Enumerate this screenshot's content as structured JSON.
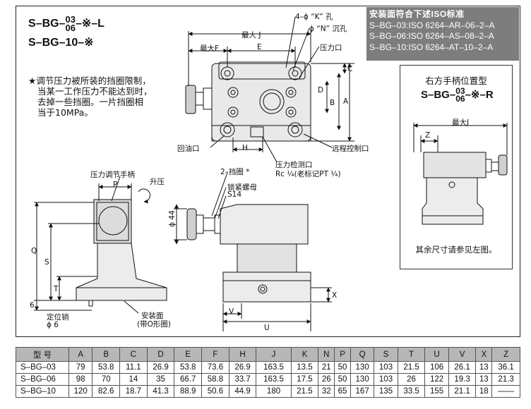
{
  "header": {
    "model_prefix": "S–BG–",
    "model_sup": "03",
    "model_sub": "06",
    "model_suffix": "–※–L",
    "model_line2": "S–BG–10–※"
  },
  "note": {
    "star": "★",
    "lines": [
      "调节压力被所装的挡圈限制，",
      "当某一工作压力不能达到时，",
      "去掉一些挡圈。一片挡圈相",
      "当于10MPa。"
    ]
  },
  "iso_box": {
    "title": "安装面符合下述ISO标准",
    "lines": [
      "S–BG–03:ISO 6264–AR–06–2–A",
      "S–BG–06:ISO 6264–AS–08–2–A",
      "S–BG–10:ISO 6264–AT–10–2–A"
    ]
  },
  "top_view_labels": {
    "max_j": "最大 J",
    "max_f": "最大F",
    "e": "E",
    "k_hole": "4–ϕ “K” 孔",
    "n_hole": "ϕ “N” 沉孔",
    "pressure_port": "压力口",
    "c": "C",
    "d": "D",
    "b": "B",
    "a": "A",
    "return_port": "回油口",
    "h": "H",
    "remote_port": "远程控制口",
    "gauge_port": "压力检测口",
    "rc": "Rc ¼(老标记PT ¼)"
  },
  "front_view_labels": {
    "handle": "压力调节手柄",
    "raise": "升压",
    "p": "P",
    "q": "Q",
    "s": "S",
    "t": "T",
    "six": "6",
    "locating_pin": "定位销",
    "phi6": "ϕ 6",
    "mount_face": "安装面",
    "o_ring": "(带O形圈)"
  },
  "side_view_labels": {
    "retainer": "2–挡圈 *",
    "lock_nut": "锁紧螺母",
    "s14": "S14",
    "phi44": "ϕ 44",
    "x": "X",
    "v": "V",
    "u": "U"
  },
  "right_box": {
    "title": "右方手柄位置型",
    "model_prefix": "S–BG–",
    "model_sup": "03",
    "model_sub": "06",
    "model_suffix": "–※–R",
    "max_j": "最大J",
    "z": "Z",
    "note": "其余尺寸请参见左图。"
  },
  "table": {
    "headers": [
      "型 号",
      "A",
      "B",
      "C",
      "D",
      "E",
      "F",
      "H",
      "J",
      "K",
      "N",
      "P",
      "Q",
      "S",
      "T",
      "U",
      "V",
      "X",
      "Z"
    ],
    "rows": [
      [
        "S–BG–03",
        "79",
        "53.8",
        "11.1",
        "26.9",
        "53.8",
        "73.6",
        "26.9",
        "163.5",
        "13.5",
        "21",
        "50",
        "130",
        "103",
        "21.5",
        "106",
        "26.1",
        "13",
        "36.1"
      ],
      [
        "S–BG–06",
        "98",
        "70",
        "14",
        "35",
        "66.7",
        "58.8",
        "33.7",
        "163.5",
        "17.5",
        "26",
        "50",
        "130",
        "103",
        "26",
        "122",
        "19.3",
        "13",
        "21.3"
      ],
      [
        "S–BG–10",
        "120",
        "82.6",
        "18.7",
        "41.3",
        "88.9",
        "50.6",
        "44.9",
        "180",
        "21.5",
        "32",
        "65",
        "167",
        "135",
        "33.5",
        "155",
        "21.1",
        "18",
        "——"
      ]
    ]
  }
}
